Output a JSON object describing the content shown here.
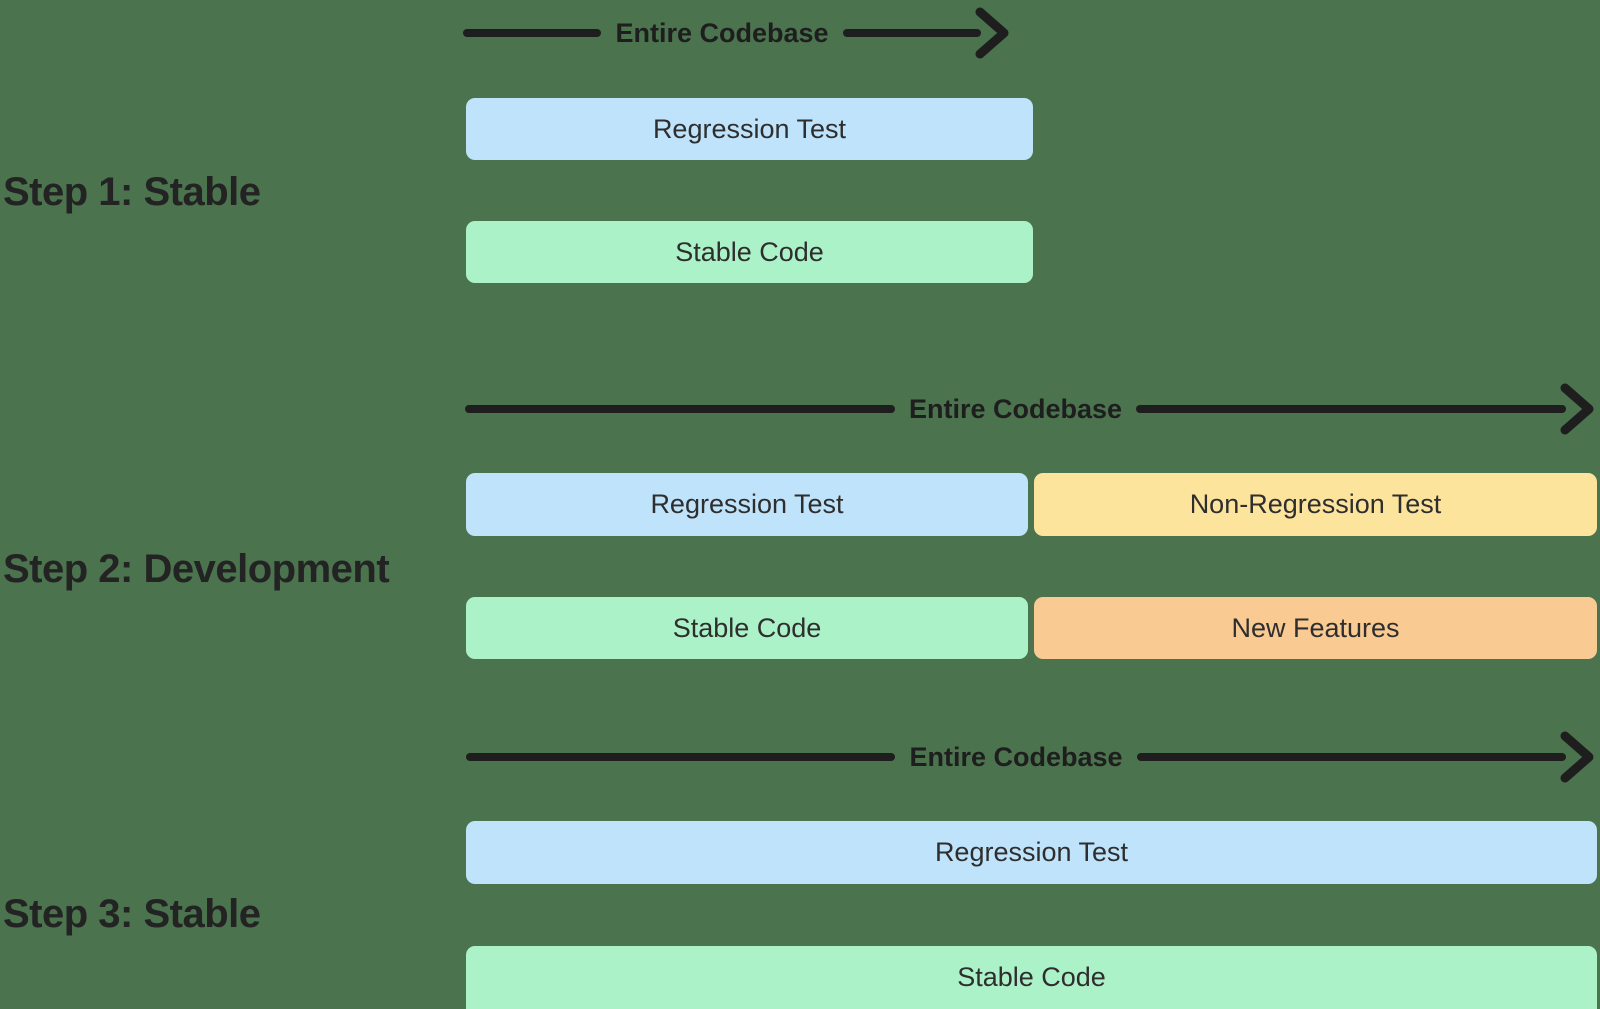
{
  "background_color": "#4A734E",
  "palette": {
    "regression_test": "#BEE3FA",
    "stable_code": "#ACF2C8",
    "non_regression_test": "#FCE49D",
    "new_features": "#F9CB93",
    "arrow_and_text": "#1E1E1E"
  },
  "steps": [
    {
      "title": "Step 1: Stable",
      "arrow_label": "Entire Codebase",
      "boxes": [
        {
          "label": "Regression Test"
        },
        {
          "label": "Stable Code"
        }
      ]
    },
    {
      "title": "Step 2: Development",
      "arrow_label": "Entire Codebase",
      "boxes": [
        {
          "label": "Regression Test"
        },
        {
          "label": "Non-Regression Test"
        },
        {
          "label": "Stable Code"
        },
        {
          "label": "New Features"
        }
      ]
    },
    {
      "title": "Step 3: Stable",
      "arrow_label": "Entire Codebase",
      "boxes": [
        {
          "label": "Regression Test"
        },
        {
          "label": "Stable Code"
        }
      ]
    }
  ]
}
